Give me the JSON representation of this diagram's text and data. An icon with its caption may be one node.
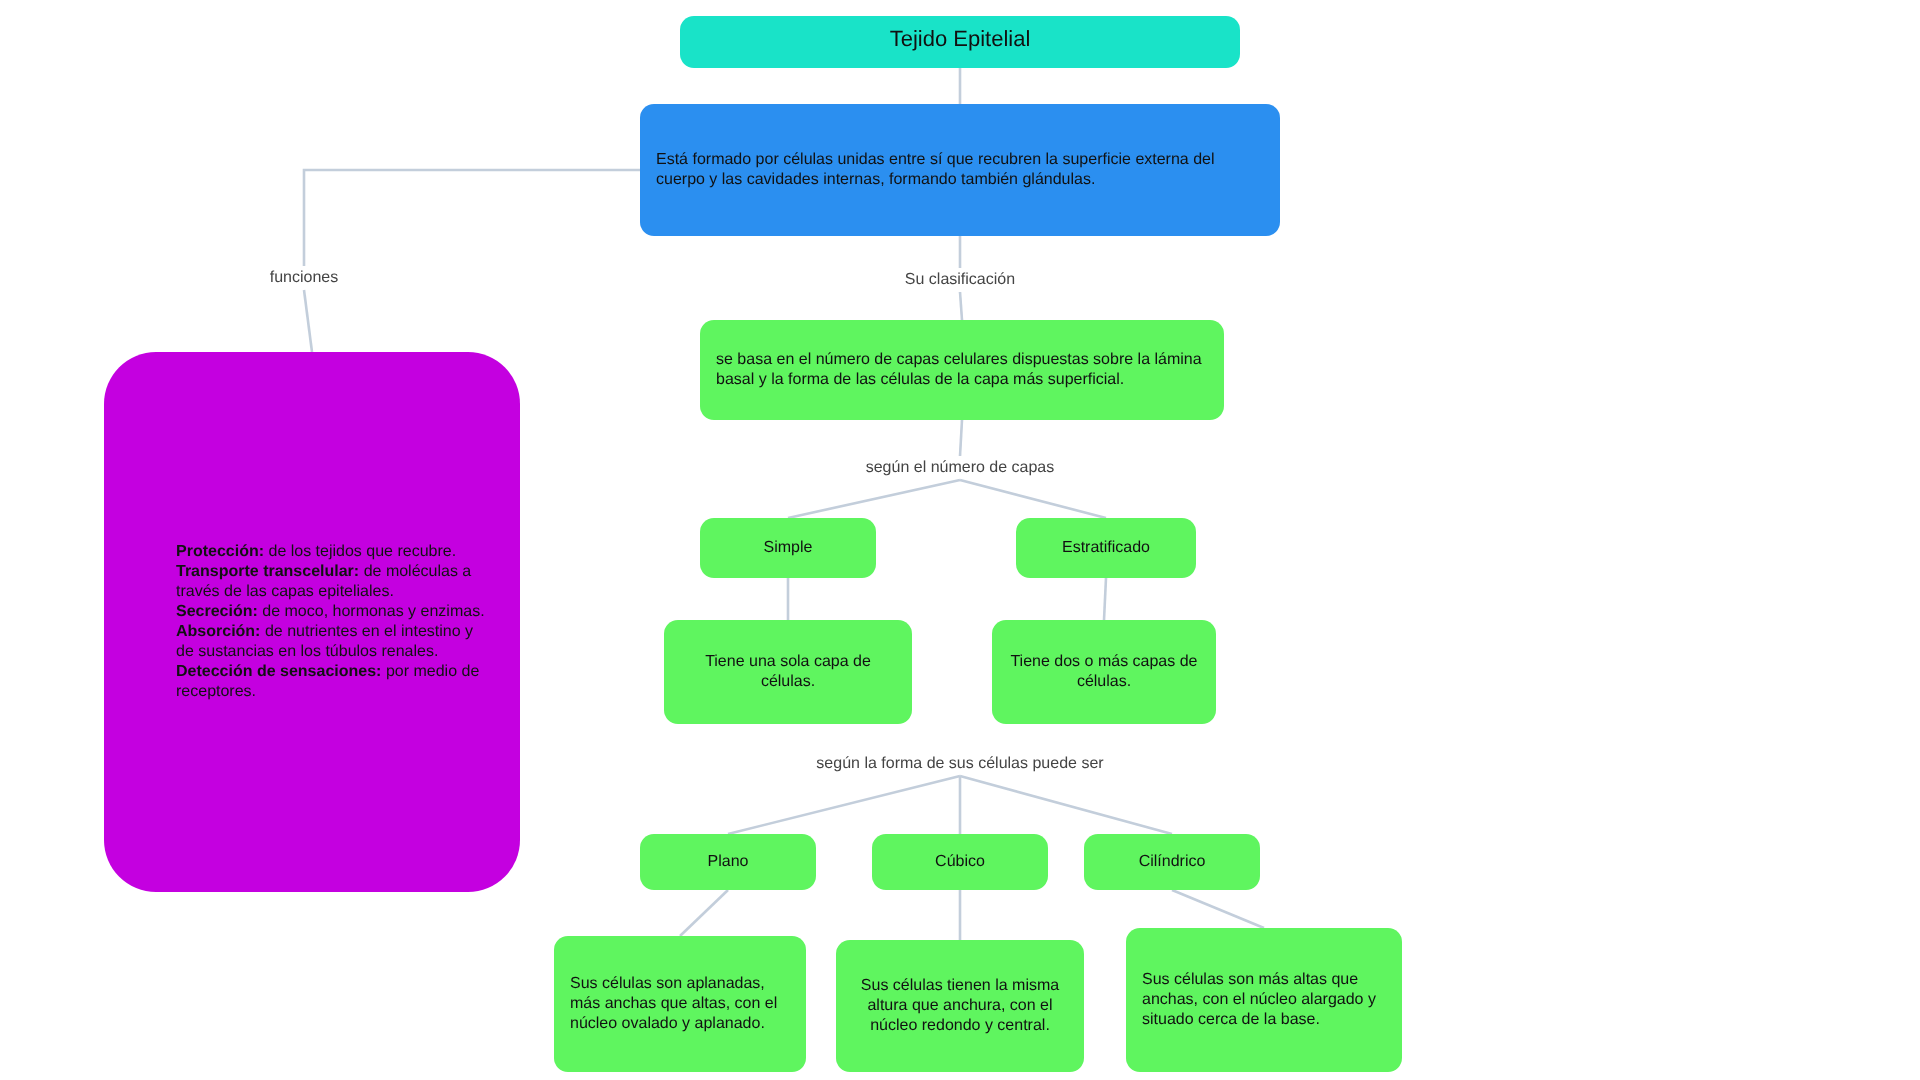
{
  "diagram": {
    "nodes": [
      {
        "text": [
          "Tejido Epitelial"
        ]
      },
      {
        "text": [
          "Está formado por células unidas entre sí que recubren la superficie externa del cuerpo y las cavidades internas, formando también glándulas."
        ]
      },
      {
        "text": [
          "funciones"
        ]
      },
      {
        "text": [
          "**Protección:** de los tejidos que recubre.",
          "**Transporte transcelular:** de moléculas a través de las capas epiteliales.",
          "**Secreción:** de moco, hormonas y enzimas.",
          "**Absorción:** de nutrientes en el intestino y de sustancias en los túbulos renales.",
          "**Detección de sensaciones:** por medio de receptores."
        ]
      },
      {
        "text": [
          "Su clasificación"
        ]
      },
      {
        "text": [
          "se basa en el número de capas celulares dispuestas sobre la lámina basal y la forma de las células de la capa más superficial."
        ]
      },
      {
        "text": [
          "según el número de capas"
        ]
      },
      {
        "text": [
          "Simple"
        ]
      },
      {
        "text": [
          "Estratificado"
        ]
      },
      {
        "text": [
          "Tiene una sola capa de células."
        ]
      },
      {
        "text": [
          "Tiene dos o más capas de células."
        ]
      },
      {
        "text": [
          "según la forma de sus células puede ser"
        ]
      },
      {
        "text": [
          "Plano"
        ]
      },
      {
        "text": [
          "Cúbico"
        ]
      },
      {
        "text": [
          "Cilíndrico"
        ]
      },
      {
        "text": [
          "Sus células son aplanadas, más anchas que altas, con el núcleo ovalado y aplanado."
        ]
      },
      {
        "text": [
          "Sus células tienen la misma altura que anchura, con el núcleo redondo y central."
        ]
      },
      {
        "text": [
          "Sus células son más altas que anchas, con el núcleo alargado y situado cerca de la base."
        ]
      }
    ],
    "edges": [
      {
        "from": 0,
        "to": 1,
        "arrow": "none"
      },
      {
        "from": 1,
        "to": 2,
        "arrow": "none"
      },
      {
        "from": 2,
        "to": 3,
        "arrow": "none"
      },
      {
        "from": 1,
        "to": 4,
        "arrow": "none"
      },
      {
        "from": 4,
        "to": 5,
        "arrow": "none"
      },
      {
        "from": 5,
        "to": 6,
        "arrow": "none"
      },
      {
        "from": 6,
        "to": 7,
        "arrow": "none"
      },
      {
        "from": 6,
        "to": 8,
        "arrow": "none"
      },
      {
        "from": 7,
        "to": 9,
        "arrow": "none"
      },
      {
        "from": 8,
        "to": 10,
        "arrow": "none"
      },
      {
        "from": 11,
        "to": 12,
        "arrow": "none"
      },
      {
        "from": 11,
        "to": 13,
        "arrow": "none"
      },
      {
        "from": 11,
        "to": 14,
        "arrow": "none"
      },
      {
        "from": 12,
        "to": 15,
        "arrow": "none"
      },
      {
        "from": 13,
        "to": 16,
        "arrow": "none"
      },
      {
        "from": 14,
        "to": 17,
        "arrow": "none"
      }
    ]
  }
}
